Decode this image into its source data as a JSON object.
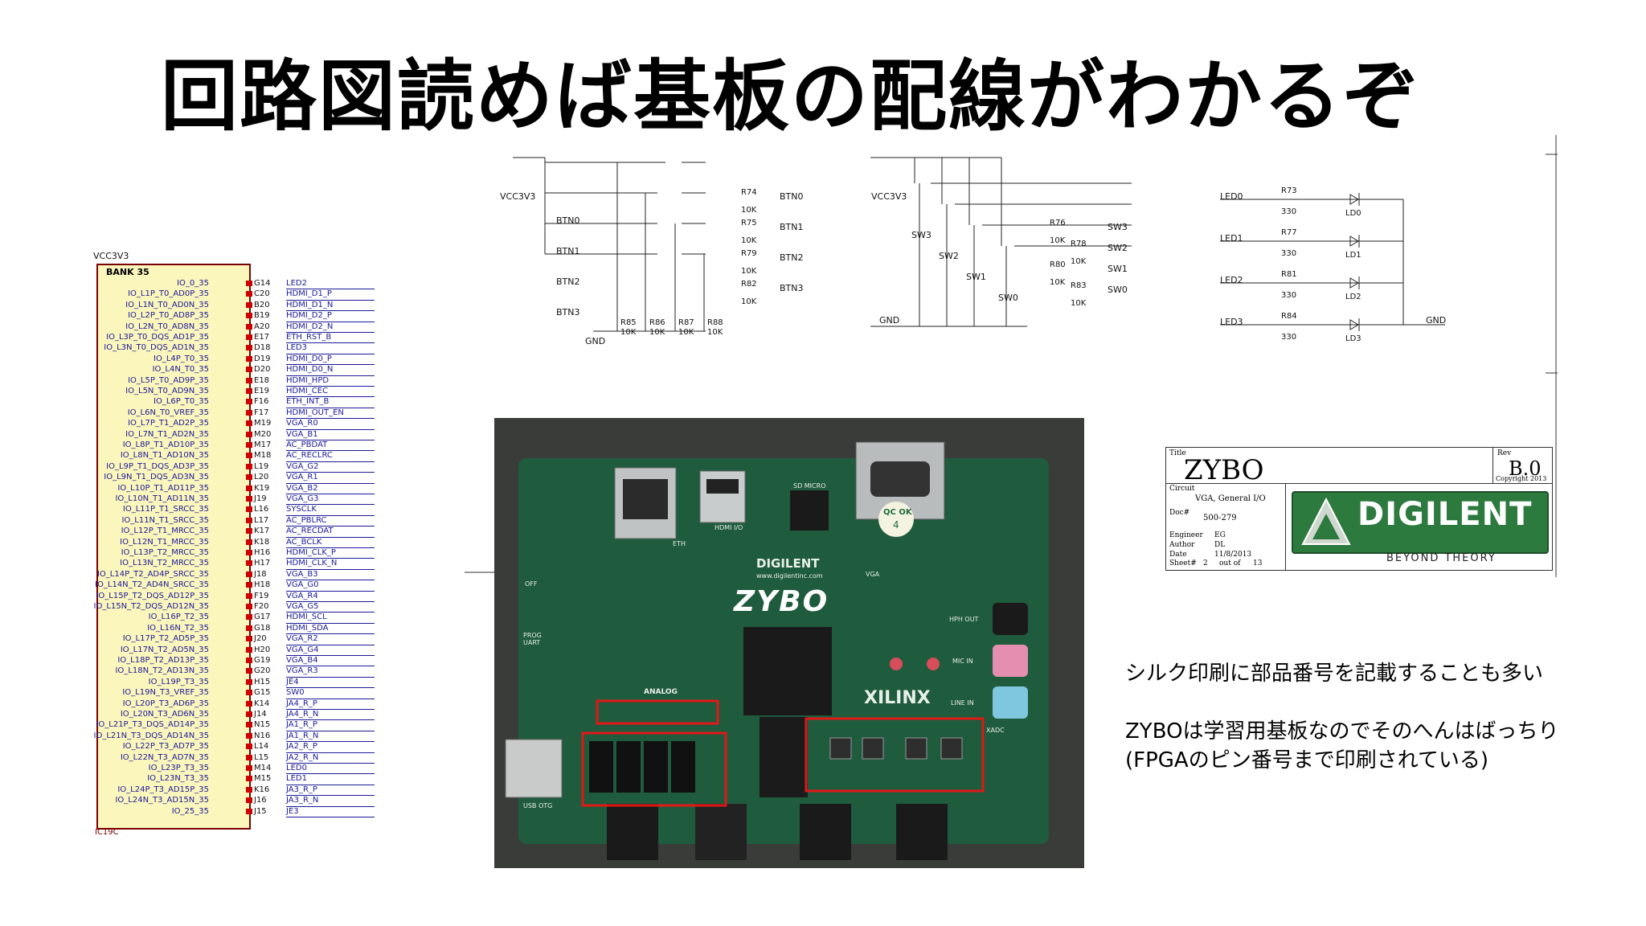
{
  "slide": {
    "title": "回路図読めば基板の配線がわかるぞ",
    "note1": "シルク印刷に部品番号を記載することも多い",
    "note2": "ZYBOは学習用基板なのでそのへんはばっちり",
    "note3": "(FPGAのピン番号まで印刷されている)"
  },
  "bank": {
    "rail": "VCC3V3",
    "title": "BANK 35",
    "footer": "IC19C",
    "rows": [
      {
        "sig": "IO_0_35",
        "pin": "G14",
        "net": "LED2"
      },
      {
        "sig": "IO_L1P_T0_AD0P_35",
        "pin": "C20",
        "net": "HDMI_D1_P"
      },
      {
        "sig": "IO_L1N_T0_AD0N_35",
        "pin": "B20",
        "net": "HDMI_D1_N"
      },
      {
        "sig": "IO_L2P_T0_AD8P_35",
        "pin": "B19",
        "net": "HDMI_D2_P"
      },
      {
        "sig": "IO_L2N_T0_AD8N_35",
        "pin": "A20",
        "net": "HDMI_D2_N"
      },
      {
        "sig": "IO_L3P_T0_DQS_AD1P_35",
        "pin": "E17",
        "net": "ETH_RST_B"
      },
      {
        "sig": "IO_L3N_T0_DQS_AD1N_35",
        "pin": "D18",
        "net": "LED3"
      },
      {
        "sig": "IO_L4P_T0_35",
        "pin": "D19",
        "net": "HDMI_D0_P"
      },
      {
        "sig": "IO_L4N_T0_35",
        "pin": "D20",
        "net": "HDMI_D0_N"
      },
      {
        "sig": "IO_L5P_T0_AD9P_35",
        "pin": "E18",
        "net": "HDMI_HPD"
      },
      {
        "sig": "IO_L5N_T0_AD9N_35",
        "pin": "E19",
        "net": "HDMI_CEC"
      },
      {
        "sig": "IO_L6P_T0_35",
        "pin": "F16",
        "net": "ETH_INT_B"
      },
      {
        "sig": "IO_L6N_T0_VREF_35",
        "pin": "F17",
        "net": "HDMI_OUT_EN"
      },
      {
        "sig": "IO_L7P_T1_AD2P_35",
        "pin": "M19",
        "net": "VGA_R0"
      },
      {
        "sig": "IO_L7N_T1_AD2N_35",
        "pin": "M20",
        "net": "VGA_B1"
      },
      {
        "sig": "IO_L8P_T1_AD10P_35",
        "pin": "M17",
        "net": "AC_PBDAT"
      },
      {
        "sig": "IO_L8N_T1_AD10N_35",
        "pin": "M18",
        "net": "AC_RECLRC"
      },
      {
        "sig": "IO_L9P_T1_DQS_AD3P_35",
        "pin": "L19",
        "net": "VGA_G2"
      },
      {
        "sig": "IO_L9N_T1_DQS_AD3N_35",
        "pin": "L20",
        "net": "VGA_R1"
      },
      {
        "sig": "IO_L10P_T1_AD11P_35",
        "pin": "K19",
        "net": "VGA_B2"
      },
      {
        "sig": "IO_L10N_T1_AD11N_35",
        "pin": "J19",
        "net": "VGA_G3"
      },
      {
        "sig": "IO_L11P_T1_SRCC_35",
        "pin": "L16",
        "net": "SYSCLK"
      },
      {
        "sig": "IO_L11N_T1_SRCC_35",
        "pin": "L17",
        "net": "AC_PBLRC"
      },
      {
        "sig": "IO_L12P_T1_MRCC_35",
        "pin": "K17",
        "net": "AC_RECDAT"
      },
      {
        "sig": "IO_L12N_T1_MRCC_35",
        "pin": "K18",
        "net": "AC_BCLK"
      },
      {
        "sig": "IO_L13P_T2_MRCC_35",
        "pin": "H16",
        "net": "HDMI_CLK_P"
      },
      {
        "sig": "IO_L13N_T2_MRCC_35",
        "pin": "H17",
        "net": "HDMI_CLK_N"
      },
      {
        "sig": "IO_L14P_T2_AD4P_SRCC_35",
        "pin": "J18",
        "net": "VGA_B3"
      },
      {
        "sig": "IO_L14N_T2_AD4N_SRCC_35",
        "pin": "H18",
        "net": "VGA_G0"
      },
      {
        "sig": "IO_L15P_T2_DQS_AD12P_35",
        "pin": "F19",
        "net": "VGA_R4"
      },
      {
        "sig": "IO_L15N_T2_DQS_AD12N_35",
        "pin": "F20",
        "net": "VGA_G5"
      },
      {
        "sig": "IO_L16P_T2_35",
        "pin": "G17",
        "net": "HDMI_SCL"
      },
      {
        "sig": "IO_L16N_T2_35",
        "pin": "G18",
        "net": "HDMI_SDA"
      },
      {
        "sig": "IO_L17P_T2_AD5P_35",
        "pin": "J20",
        "net": "VGA_R2"
      },
      {
        "sig": "IO_L17N_T2_AD5N_35",
        "pin": "H20",
        "net": "VGA_G4"
      },
      {
        "sig": "IO_L18P_T2_AD13P_35",
        "pin": "G19",
        "net": "VGA_B4"
      },
      {
        "sig": "IO_L18N_T2_AD13N_35",
        "pin": "G20",
        "net": "VGA_R3"
      },
      {
        "sig": "IO_L19P_T3_35",
        "pin": "H15",
        "net": "JE4"
      },
      {
        "sig": "IO_L19N_T3_VREF_35",
        "pin": "G15",
        "net": "SW0"
      },
      {
        "sig": "IO_L20P_T3_AD6P_35",
        "pin": "K14",
        "net": "JA4_R_P"
      },
      {
        "sig": "IO_L20N_T3_AD6N_35",
        "pin": "J14",
        "net": "JA4_R_N"
      },
      {
        "sig": "IO_L21P_T3_DQS_AD14P_35",
        "pin": "N15",
        "net": "JA1_R_P"
      },
      {
        "sig": "IO_L21N_T3_DQS_AD14N_35",
        "pin": "N16",
        "net": "JA1_R_N"
      },
      {
        "sig": "IO_L22P_T3_AD7P_35",
        "pin": "L14",
        "net": "JA2_R_P"
      },
      {
        "sig": "IO_L22N_T3_AD7N_35",
        "pin": "L15",
        "net": "JA2_R_N"
      },
      {
        "sig": "IO_L23P_T3_35",
        "pin": "M14",
        "net": "LED0"
      },
      {
        "sig": "IO_L23N_T3_35",
        "pin": "M15",
        "net": "LED1"
      },
      {
        "sig": "IO_L24P_T3_AD15P_35",
        "pin": "K16",
        "net": "JA3_R_P"
      },
      {
        "sig": "IO_L24N_T3_AD15N_35",
        "pin": "J16",
        "net": "JA3_R_N"
      },
      {
        "sig": "IO_25_35",
        "pin": "J15",
        "net": "JE3"
      }
    ]
  },
  "schematic": {
    "btn": {
      "rail": "VCC3V3",
      "gnd": "GND",
      "switches": [
        "BTN0",
        "BTN1",
        "BTN2",
        "BTN3"
      ],
      "series": [
        {
          "ref": "R74",
          "val": "10K",
          "net": "BTN0"
        },
        {
          "ref": "R75",
          "val": "10K",
          "net": "BTN1"
        },
        {
          "ref": "R79",
          "val": "10K",
          "net": "BTN2"
        },
        {
          "ref": "R82",
          "val": "10K",
          "net": "BTN3"
        }
      ],
      "pulldowns": [
        {
          "ref": "R85",
          "val": "10K"
        },
        {
          "ref": "R86",
          "val": "10K"
        },
        {
          "ref": "R87",
          "val": "10K"
        },
        {
          "ref": "R88",
          "val": "10K"
        }
      ]
    },
    "sw": {
      "rail": "VCC3V3",
      "gnd": "GND",
      "switches": [
        "SW3",
        "SW2",
        "SW1",
        "SW0"
      ],
      "resistors": [
        {
          "ref": "R76",
          "val": "10K",
          "net": "SW3"
        },
        {
          "ref": "R78",
          "val": "10K",
          "net": "SW2"
        },
        {
          "ref": "R80",
          "val": "10K",
          "net": "SW1"
        },
        {
          "ref": "R83",
          "val": "10K",
          "net": "SW0"
        }
      ]
    },
    "led": {
      "gnd": "GND",
      "rows": [
        {
          "net": "LED0",
          "ref": "R73",
          "val": "330",
          "led": "LD0"
        },
        {
          "net": "LED1",
          "ref": "R77",
          "val": "330",
          "led": "LD1"
        },
        {
          "net": "LED2",
          "ref": "R81",
          "val": "330",
          "led": "LD2"
        },
        {
          "net": "LED3",
          "ref": "R84",
          "val": "330",
          "led": "LD3"
        }
      ]
    },
    "titleblock": {
      "title_label": "Title",
      "title": "ZYBO",
      "rev_label": "Rev",
      "rev": "B.0",
      "copyright": "Copyright 2013",
      "circuit_label": "Circuit",
      "circuit": "VGA, General I/O",
      "doc_label": "Doc#",
      "doc": "500-279",
      "engineer_label": "Engineer",
      "engineer": "EG",
      "author_label": "Author",
      "author": "DL",
      "date_label": "Date",
      "date": "11/8/2013",
      "sheet_label": "Sheet#",
      "sheet": "2",
      "out_of_label": "out of",
      "total": "13",
      "logo_text": "DIGILENT",
      "logo_tagline": "BEYOND THEORY"
    }
  },
  "board": {
    "brand": "DIGILENT",
    "url": "www.digilentinc.com",
    "name": "ZYBO",
    "fpga_vendor": "XILINX",
    "analog": "ANALOG",
    "labels": {
      "eth": "ETH",
      "hdmi": "HDMI I/O",
      "sd": "SD MICRO",
      "vga": "VGA",
      "hph": "HPH OUT",
      "mic": "MIC IN",
      "line": "LINE IN",
      "xadc": "XADC",
      "usb_otg": "USB OTG",
      "prog": "PROG UART",
      "qc1": "QC OK",
      "qc2": "4",
      "pwr": "OFF"
    },
    "colors": {
      "pcb": "#1f5b3d",
      "highlight": "#e01818",
      "silk": "#e8efe9"
    }
  }
}
